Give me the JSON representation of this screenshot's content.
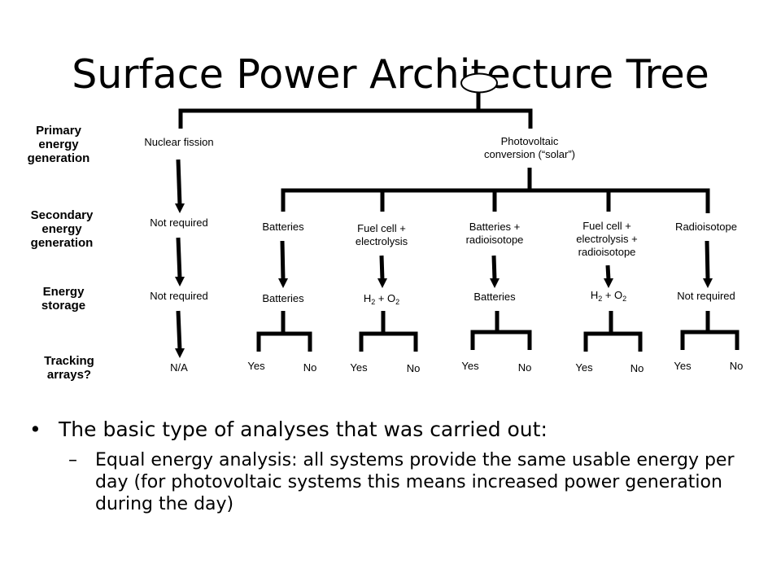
{
  "title": "Surface Power Architecture Tree",
  "row_labels": {
    "primary": "Primary\nenergy\ngeneration",
    "secondary": "Secondary\nenergy\ngeneration",
    "storage": "Energy\nstorage",
    "tracking": "Tracking\narrays?"
  },
  "primary_nodes": {
    "nuclear": "Nuclear fission",
    "solar": "Photovoltaic\nconversion (“solar”)"
  },
  "branches": [
    {
      "secondary": "Not required",
      "storage": "Not required",
      "tracking": "N/A"
    },
    {
      "secondary": "Batteries",
      "storage": "Batteries",
      "yes": "Yes",
      "no": "No"
    },
    {
      "secondary": "Fuel cell +\nelectrolysis",
      "storage_main": "H",
      "storage_sub1": "2",
      "storage_mid": " + O",
      "storage_sub2": "2",
      "yes": "Yes",
      "no": "No"
    },
    {
      "secondary": "Batteries +\nradioisotope",
      "storage": "Batteries",
      "yes": "Yes",
      "no": "No"
    },
    {
      "secondary": "Fuel cell +\nelectrolysis +\nradioisotope",
      "storage_main": "H",
      "storage_sub1": "2",
      "storage_mid": " + O",
      "storage_sub2": "2",
      "yes": "Yes",
      "no": "No"
    },
    {
      "secondary": "Radioisotope",
      "storage": "Not required",
      "yes": "Yes",
      "no": "No"
    }
  ],
  "bullets": {
    "main": "The basic type of analyses that was carried out:",
    "sub": "Equal energy analysis: all systems provide the same usable energy per day (for photovoltaic systems this means increased power generation during the day)"
  }
}
